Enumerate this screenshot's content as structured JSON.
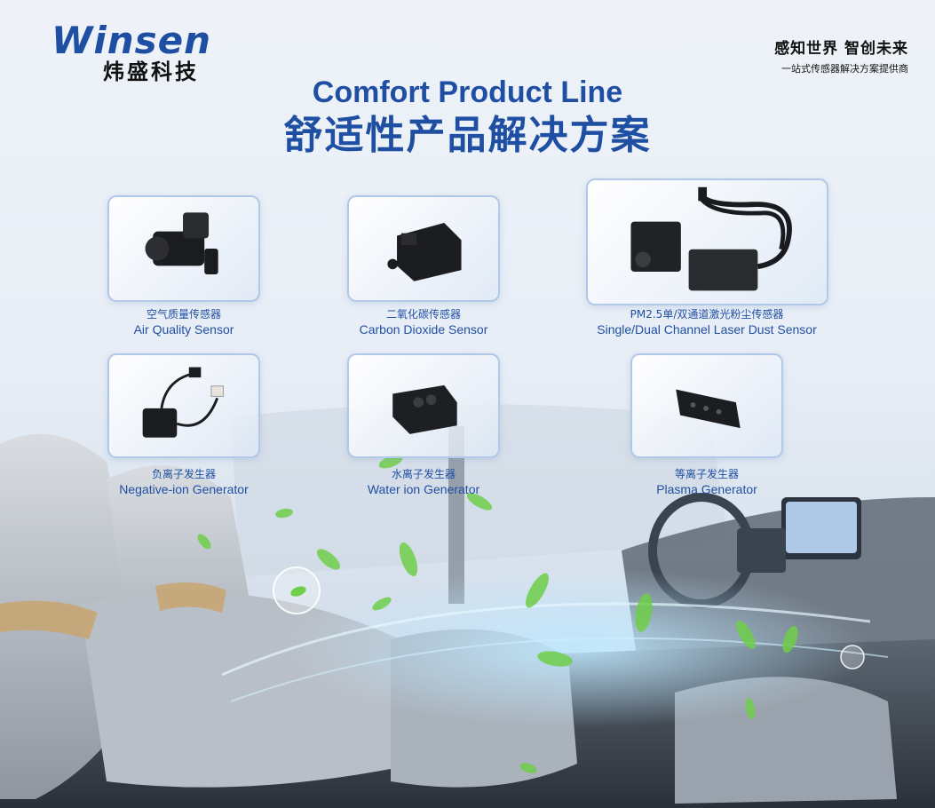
{
  "brand": {
    "logo_en": "Winsen",
    "logo_cn": "炜盛科技",
    "slogan_main": "感知世界  智创未来",
    "slogan_sub": "一站式传感器解决方案提供商"
  },
  "title": {
    "en": "Comfort Product Line",
    "cn": "舒适性产品解决方案"
  },
  "products": [
    {
      "cn": "空气质量传感器",
      "en": "Air Quality Sensor"
    },
    {
      "cn": "二氧化碳传感器",
      "en": "Carbon Dioxide Sensor"
    },
    {
      "cn": "PM2.5单/双通道激光粉尘传感器",
      "en": "Single/Dual Channel Laser Dust Sensor"
    },
    {
      "cn": "负离子发生器",
      "en": "Negative-ion Generator"
    },
    {
      "cn": "水离子发生器",
      "en": "Water ion Generator"
    },
    {
      "cn": "等离子发生器",
      "en": "Plasma Generator"
    }
  ],
  "colors": {
    "brand_blue": "#1f4fa3",
    "text_dark": "#111111"
  }
}
